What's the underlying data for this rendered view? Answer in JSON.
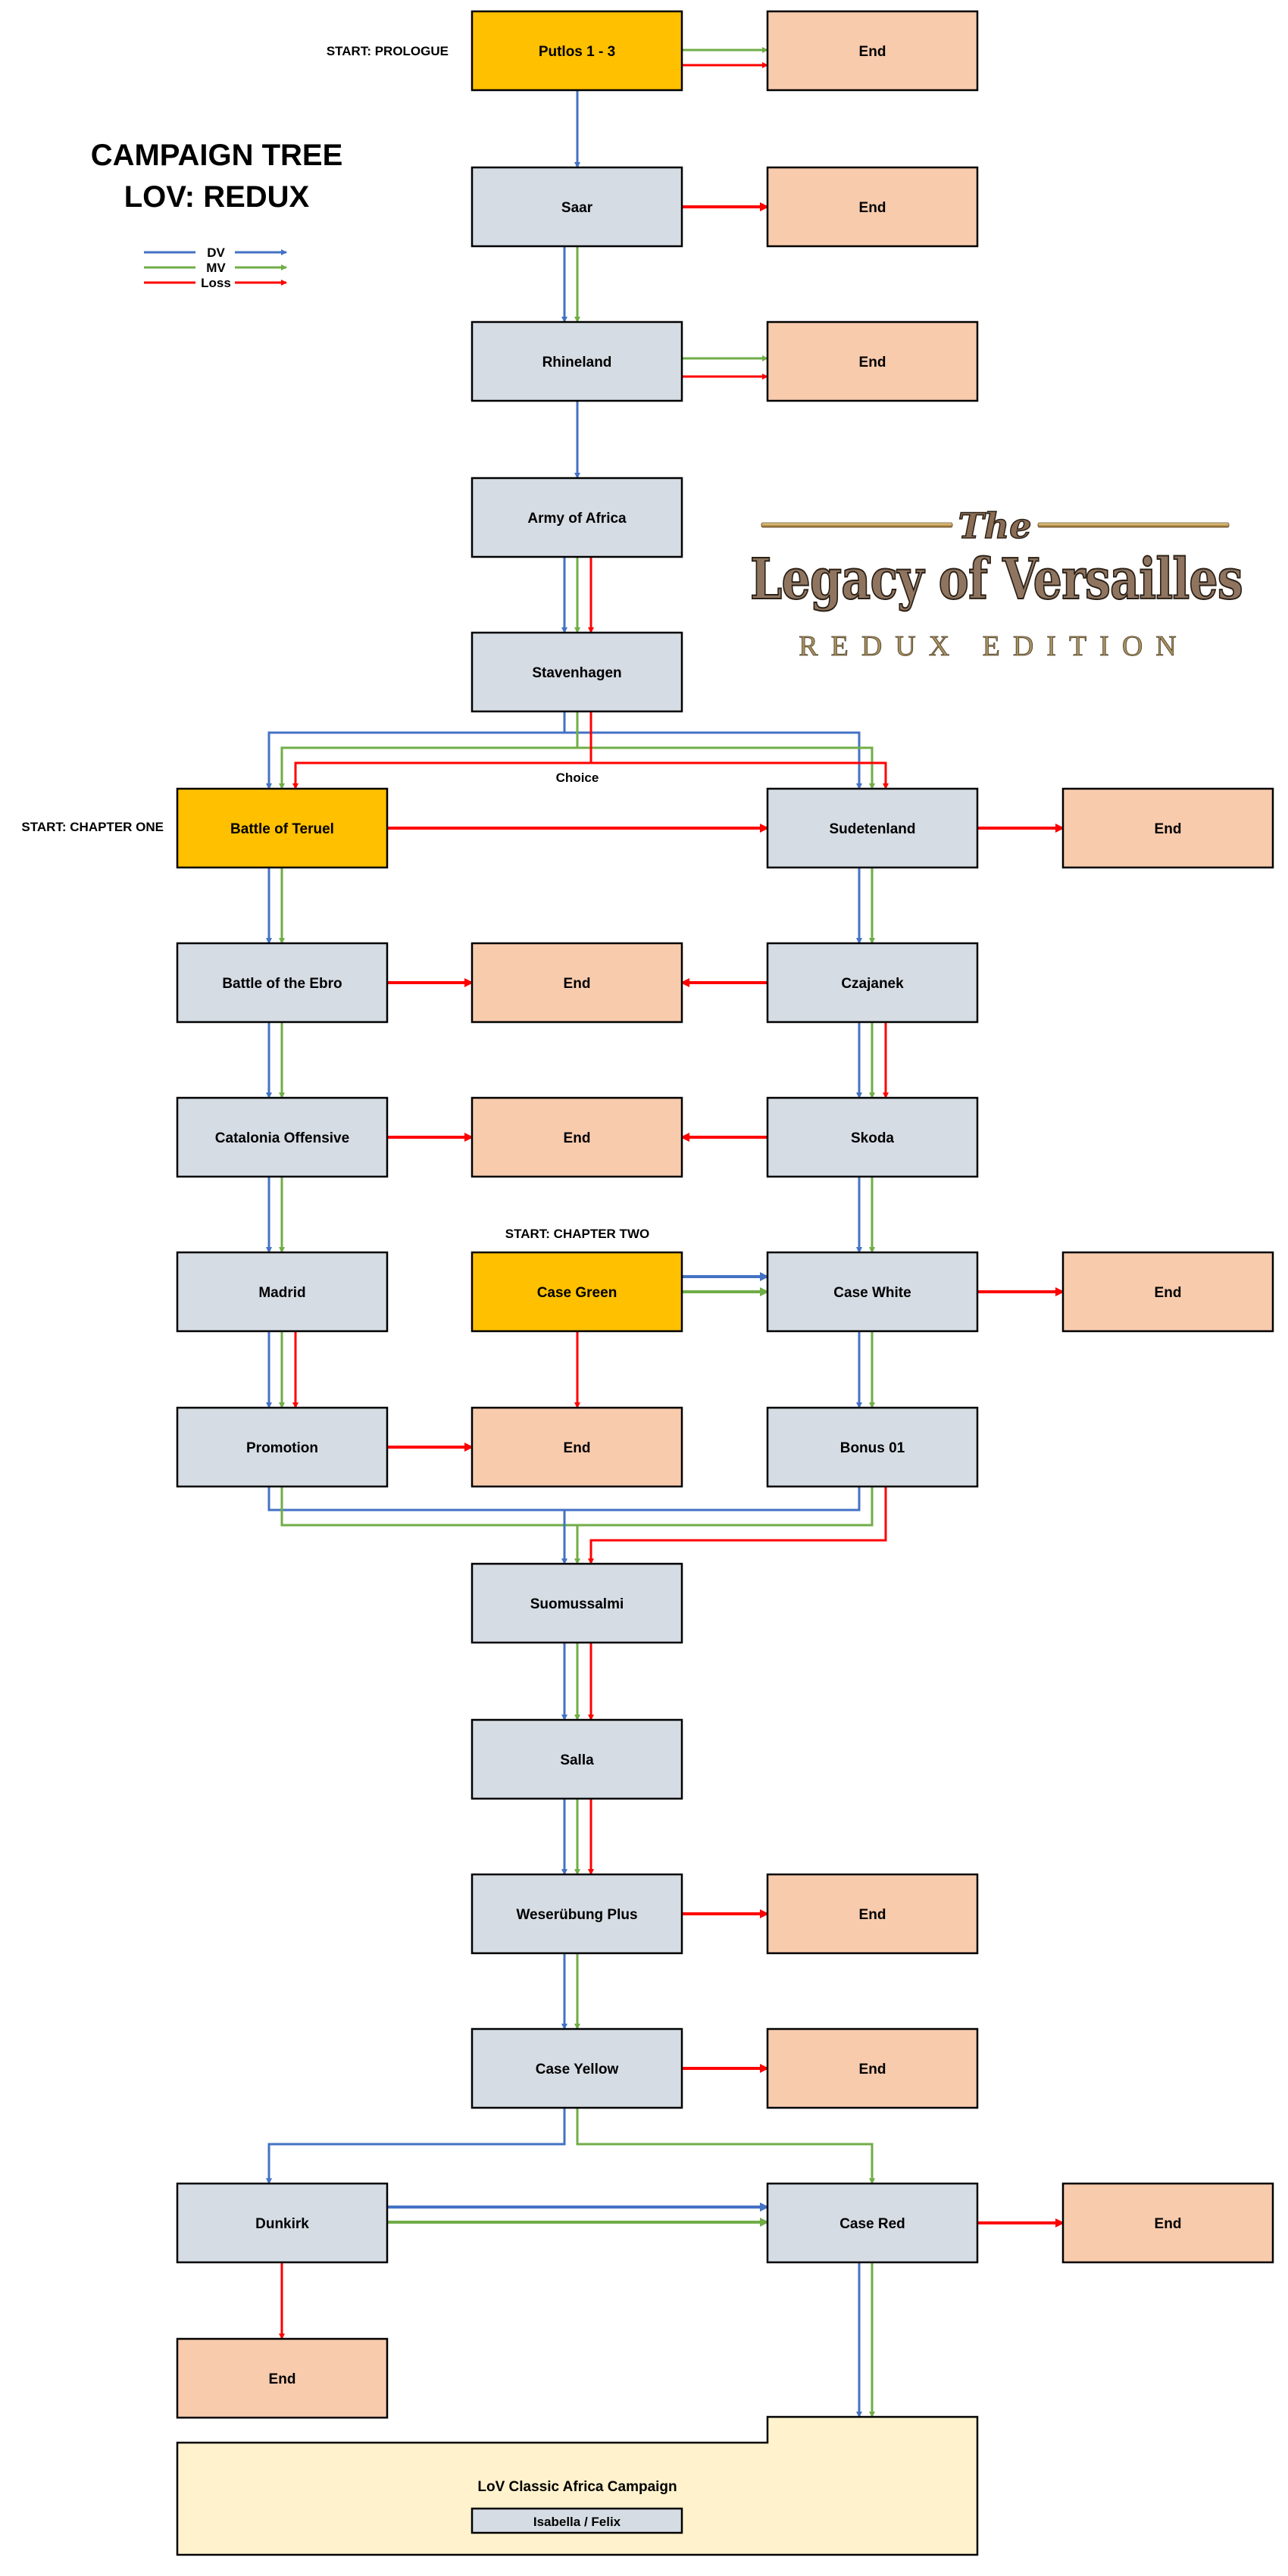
{
  "header": {
    "title_line1": "CAMPAIGN TREE",
    "title_line2": "LOV: REDUX"
  },
  "legend": {
    "items": [
      {
        "label": "DV",
        "color": "#4472C4"
      },
      {
        "label": "MV",
        "color": "#70AD47"
      },
      {
        "label": "Loss",
        "color": "#FF0000"
      }
    ]
  },
  "logo": {
    "the": "The",
    "main": "Legacy of Versailles",
    "sub": "REDUX EDITION"
  },
  "colors": {
    "dv": "#4472C4",
    "mv": "#70AD47",
    "loss": "#FF0000",
    "start_node": "#FFC000",
    "scenario_node": "#D6DCE4",
    "end_node": "#F8CBAD",
    "campaign_block": "#FFF2CC"
  },
  "start_labels": {
    "prologue": "START: PROLOGUE",
    "chapter_one": "START: CHAPTER ONE",
    "chapter_two": "START: CHAPTER TWO"
  },
  "choice_label": "Choice",
  "nodes": {
    "putlos": {
      "label": "Putlos 1 - 3",
      "type": "start"
    },
    "end_putlos": {
      "label": "End",
      "type": "end"
    },
    "saar": {
      "label": "Saar",
      "type": "scenario"
    },
    "end_saar": {
      "label": "End",
      "type": "end"
    },
    "rhineland": {
      "label": "Rhineland",
      "type": "scenario"
    },
    "end_rhineland": {
      "label": "End",
      "type": "end"
    },
    "army_of_africa": {
      "label": "Army of Africa",
      "type": "scenario"
    },
    "stavenhagen": {
      "label": "Stavenhagen",
      "type": "scenario"
    },
    "battle_of_teruel": {
      "label": "Battle of Teruel",
      "type": "start"
    },
    "sudetenland": {
      "label": "Sudetenland",
      "type": "scenario"
    },
    "end_sudetenland": {
      "label": "End",
      "type": "end"
    },
    "battle_of_the_ebro": {
      "label": "Battle of the Ebro",
      "type": "scenario"
    },
    "end_ebro": {
      "label": "End",
      "type": "end"
    },
    "czajanek": {
      "label": "Czajanek",
      "type": "scenario"
    },
    "catalonia_offensive": {
      "label": "Catalonia Offensive",
      "type": "scenario"
    },
    "end_catalonia": {
      "label": "End",
      "type": "end"
    },
    "skoda": {
      "label": "Skoda",
      "type": "scenario"
    },
    "madrid": {
      "label": "Madrid",
      "type": "scenario"
    },
    "case_green": {
      "label": "Case Green",
      "type": "start"
    },
    "case_white": {
      "label": "Case White",
      "type": "scenario"
    },
    "end_case_white": {
      "label": "End",
      "type": "end"
    },
    "promotion": {
      "label": "Promotion",
      "type": "scenario"
    },
    "end_promotion": {
      "label": "End",
      "type": "end"
    },
    "bonus_01": {
      "label": "Bonus 01",
      "type": "scenario"
    },
    "suomussalmi": {
      "label": "Suomussalmi",
      "type": "scenario"
    },
    "salla": {
      "label": "Salla",
      "type": "scenario"
    },
    "weserubung_plus": {
      "label": "Weserübung Plus",
      "type": "scenario"
    },
    "end_weserubung": {
      "label": "End",
      "type": "end"
    },
    "case_yellow": {
      "label": "Case Yellow",
      "type": "scenario"
    },
    "end_case_yellow": {
      "label": "End",
      "type": "end"
    },
    "dunkirk": {
      "label": "Dunkirk",
      "type": "scenario"
    },
    "case_red": {
      "label": "Case Red",
      "type": "scenario"
    },
    "end_case_red": {
      "label": "End",
      "type": "end"
    },
    "end_dunkirk": {
      "label": "End",
      "type": "end"
    },
    "isabella_felix": {
      "label": "Isabella / Felix",
      "type": "scenario"
    }
  },
  "africa_campaign": {
    "label": "LoV Classic Africa Campaign"
  },
  "edges": [
    {
      "from": "putlos",
      "to": "saar",
      "kind": "dv"
    },
    {
      "from": "putlos",
      "to": "end_putlos",
      "kind": "mv"
    },
    {
      "from": "putlos",
      "to": "end_putlos",
      "kind": "loss"
    },
    {
      "from": "saar",
      "to": "rhineland",
      "kind": "dv"
    },
    {
      "from": "saar",
      "to": "rhineland",
      "kind": "mv"
    },
    {
      "from": "saar",
      "to": "end_saar",
      "kind": "loss"
    },
    {
      "from": "rhineland",
      "to": "army_of_africa",
      "kind": "dv"
    },
    {
      "from": "rhineland",
      "to": "end_rhineland",
      "kind": "mv"
    },
    {
      "from": "rhineland",
      "to": "end_rhineland",
      "kind": "loss"
    },
    {
      "from": "army_of_africa",
      "to": "stavenhagen",
      "kind": "dv"
    },
    {
      "from": "army_of_africa",
      "to": "stavenhagen",
      "kind": "mv"
    },
    {
      "from": "army_of_africa",
      "to": "stavenhagen",
      "kind": "loss"
    },
    {
      "from": "stavenhagen",
      "to": "battle_of_teruel",
      "kind": "dv",
      "note": "Choice"
    },
    {
      "from": "stavenhagen",
      "to": "battle_of_teruel",
      "kind": "mv",
      "note": "Choice"
    },
    {
      "from": "stavenhagen",
      "to": "battle_of_teruel",
      "kind": "loss",
      "note": "Choice"
    },
    {
      "from": "stavenhagen",
      "to": "sudetenland",
      "kind": "dv",
      "note": "Choice"
    },
    {
      "from": "stavenhagen",
      "to": "sudetenland",
      "kind": "mv",
      "note": "Choice"
    },
    {
      "from": "stavenhagen",
      "to": "sudetenland",
      "kind": "loss",
      "note": "Choice"
    },
    {
      "from": "battle_of_teruel",
      "to": "sudetenland",
      "kind": "loss"
    },
    {
      "from": "battle_of_teruel",
      "to": "battle_of_the_ebro",
      "kind": "dv"
    },
    {
      "from": "battle_of_teruel",
      "to": "battle_of_the_ebro",
      "kind": "mv"
    },
    {
      "from": "sudetenland",
      "to": "end_sudetenland",
      "kind": "loss"
    },
    {
      "from": "sudetenland",
      "to": "czajanek",
      "kind": "dv"
    },
    {
      "from": "sudetenland",
      "to": "czajanek",
      "kind": "mv"
    },
    {
      "from": "battle_of_the_ebro",
      "to": "end_ebro",
      "kind": "loss"
    },
    {
      "from": "czajanek",
      "to": "end_ebro",
      "kind": "loss"
    },
    {
      "from": "battle_of_the_ebro",
      "to": "catalonia_offensive",
      "kind": "dv"
    },
    {
      "from": "battle_of_the_ebro",
      "to": "catalonia_offensive",
      "kind": "mv"
    },
    {
      "from": "czajanek",
      "to": "skoda",
      "kind": "dv"
    },
    {
      "from": "czajanek",
      "to": "skoda",
      "kind": "mv"
    },
    {
      "from": "czajanek",
      "to": "skoda",
      "kind": "loss"
    },
    {
      "from": "catalonia_offensive",
      "to": "end_catalonia",
      "kind": "loss"
    },
    {
      "from": "skoda",
      "to": "end_catalonia",
      "kind": "loss"
    },
    {
      "from": "catalonia_offensive",
      "to": "madrid",
      "kind": "dv"
    },
    {
      "from": "catalonia_offensive",
      "to": "madrid",
      "kind": "mv"
    },
    {
      "from": "skoda",
      "to": "case_white",
      "kind": "dv"
    },
    {
      "from": "skoda",
      "to": "case_white",
      "kind": "mv"
    },
    {
      "from": "case_green",
      "to": "case_white",
      "kind": "dv"
    },
    {
      "from": "case_green",
      "to": "case_white",
      "kind": "mv"
    },
    {
      "from": "case_green",
      "to": "end_promotion",
      "kind": "loss"
    },
    {
      "from": "case_white",
      "to": "end_case_white",
      "kind": "loss"
    },
    {
      "from": "madrid",
      "to": "promotion",
      "kind": "dv"
    },
    {
      "from": "madrid",
      "to": "promotion",
      "kind": "mv"
    },
    {
      "from": "madrid",
      "to": "promotion",
      "kind": "loss"
    },
    {
      "from": "promotion",
      "to": "end_promotion",
      "kind": "loss"
    },
    {
      "from": "case_white",
      "to": "bonus_01",
      "kind": "dv"
    },
    {
      "from": "case_white",
      "to": "bonus_01",
      "kind": "mv"
    },
    {
      "from": "promotion",
      "to": "suomussalmi",
      "kind": "dv"
    },
    {
      "from": "promotion",
      "to": "suomussalmi",
      "kind": "mv"
    },
    {
      "from": "bonus_01",
      "to": "suomussalmi",
      "kind": "dv"
    },
    {
      "from": "bonus_01",
      "to": "suomussalmi",
      "kind": "mv"
    },
    {
      "from": "bonus_01",
      "to": "suomussalmi",
      "kind": "loss"
    },
    {
      "from": "suomussalmi",
      "to": "salla",
      "kind": "dv"
    },
    {
      "from": "suomussalmi",
      "to": "salla",
      "kind": "mv"
    },
    {
      "from": "suomussalmi",
      "to": "salla",
      "kind": "loss"
    },
    {
      "from": "salla",
      "to": "weserubung_plus",
      "kind": "dv"
    },
    {
      "from": "salla",
      "to": "weserubung_plus",
      "kind": "mv"
    },
    {
      "from": "salla",
      "to": "weserubung_plus",
      "kind": "loss"
    },
    {
      "from": "weserubung_plus",
      "to": "end_weserubung",
      "kind": "loss"
    },
    {
      "from": "weserubung_plus",
      "to": "case_yellow",
      "kind": "dv"
    },
    {
      "from": "weserubung_plus",
      "to": "case_yellow",
      "kind": "mv"
    },
    {
      "from": "case_yellow",
      "to": "end_case_yellow",
      "kind": "loss"
    },
    {
      "from": "case_yellow",
      "to": "dunkirk",
      "kind": "dv"
    },
    {
      "from": "case_yellow",
      "to": "case_red",
      "kind": "mv"
    },
    {
      "from": "dunkirk",
      "to": "case_red",
      "kind": "dv"
    },
    {
      "from": "dunkirk",
      "to": "case_red",
      "kind": "mv"
    },
    {
      "from": "dunkirk",
      "to": "end_dunkirk",
      "kind": "loss"
    },
    {
      "from": "case_red",
      "to": "end_case_red",
      "kind": "loss"
    },
    {
      "from": "case_red",
      "to": "africa_campaign",
      "kind": "dv"
    },
    {
      "from": "case_red",
      "to": "africa_campaign",
      "kind": "mv"
    }
  ]
}
